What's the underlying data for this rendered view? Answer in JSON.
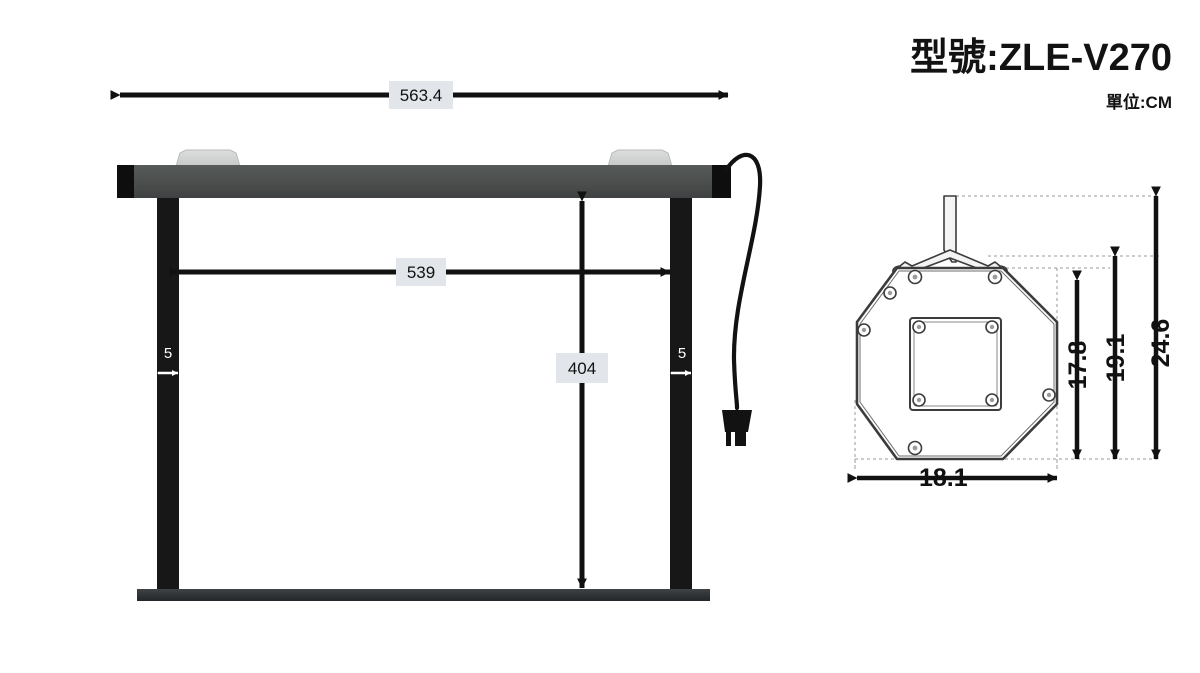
{
  "header": {
    "model_label": "型號:ZLE-V270",
    "unit_label": "單位:CM"
  },
  "front_view": {
    "name": "projector-screen-front-elevation",
    "dimensions": {
      "overall_width": "563.4",
      "screen_width": "539",
      "drop_height": "404",
      "leg_width_left": "5",
      "leg_width_right": "5"
    }
  },
  "section_view": {
    "name": "housing-cross-section",
    "dimensions": {
      "width": "18.1",
      "height_inner": "17.8",
      "height_middle": "19.1",
      "height_outer": "24.6"
    }
  },
  "colors": {
    "casing": "#4c4f4e",
    "casing_end": "#0e0e0e",
    "bracket": "#d2d4d3",
    "leg": "#171717",
    "bottom_bar": "#34383a",
    "chip_bg": "#e2e6ea",
    "line": "#111111",
    "outline": "#3c3c3c",
    "dotted": "#9a9a9a"
  }
}
